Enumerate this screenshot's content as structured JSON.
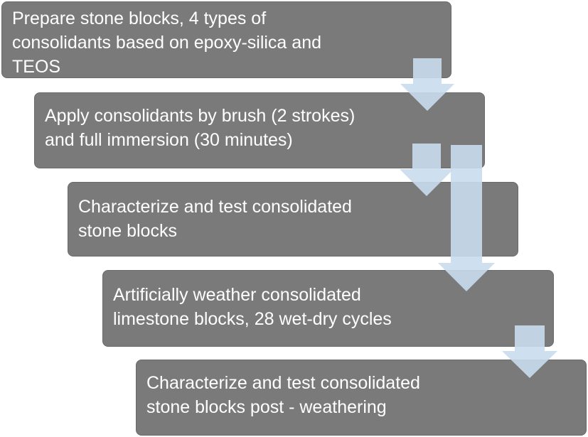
{
  "steps": [
    {
      "text": "Prepare stone blocks, 4 types of\nconsolidants based on epoxy-silica and\nTEOS"
    },
    {
      "text": "Apply consolidants by brush (2 strokes)\nand full immersion (30 minutes)"
    },
    {
      "text": "Characterize and test consolidated\nstone blocks"
    },
    {
      "text": "Artificially weather consolidated\nlimestone blocks, 28 wet-dry cycles"
    },
    {
      "text": "Characterize and test consolidated\nstone blocks post - weathering"
    }
  ],
  "colors": {
    "box": "#7a7a7a",
    "box_text": "#ffffff",
    "arrow": "#c9dced"
  }
}
